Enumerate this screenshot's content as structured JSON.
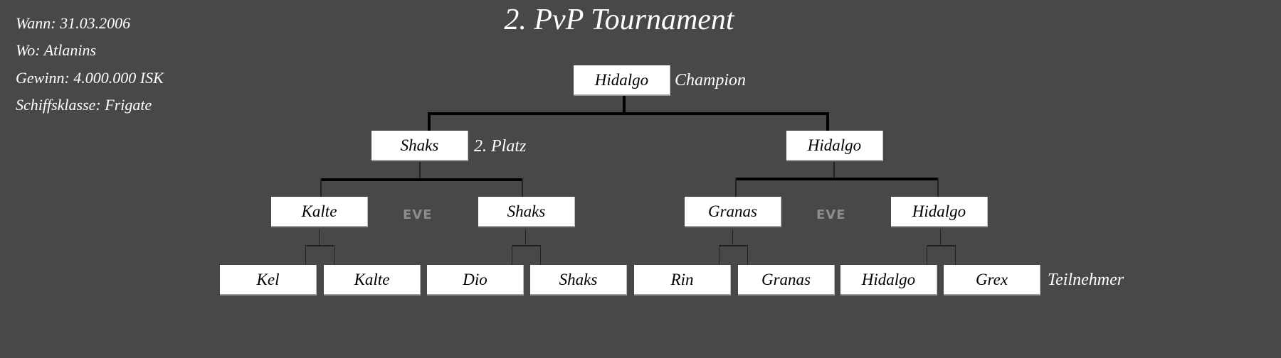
{
  "title": "2. PvP Tournament",
  "info": [
    "Wann: 31.03.2006",
    "Wo: Atlanins",
    "Gewinn: 4.000.000 ISK",
    "Schiffsklasse: Frigate"
  ],
  "final": "Hidalgo",
  "final_label": "Champion",
  "semifinal": [
    "Shaks",
    "Hidalgo"
  ],
  "runner_up_label": "2. Platz",
  "quarterfinal": [
    "Kalte",
    "Shaks",
    "Granas",
    "Hidalgo"
  ],
  "participants": [
    "Kel",
    "Kalte",
    "Dio",
    "Shaks",
    "Rin",
    "Granas",
    "Hidalgo",
    "Grex"
  ],
  "participants_label": "Teilnehmer",
  "logo_text": "EVE"
}
